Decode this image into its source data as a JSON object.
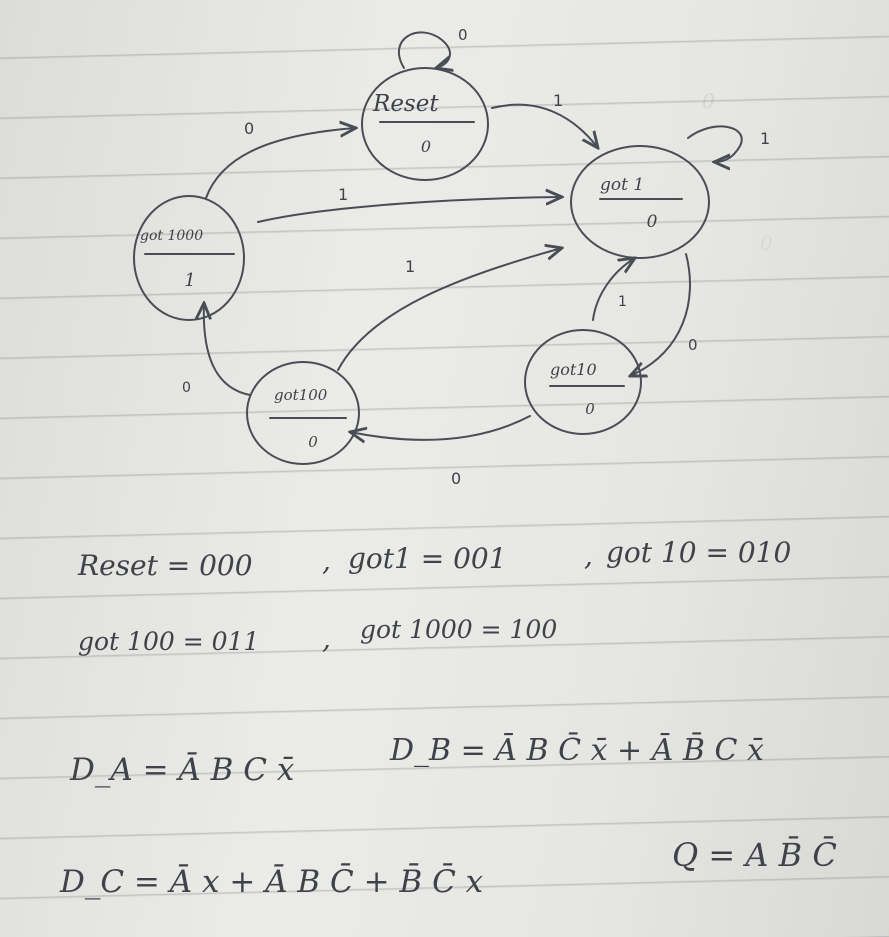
{
  "diagram": {
    "states": [
      {
        "id": "reset",
        "name": "Reset",
        "output": "0"
      },
      {
        "id": "got1",
        "name": "got 1",
        "output": "0"
      },
      {
        "id": "got10",
        "name": "got10",
        "output": "0"
      },
      {
        "id": "got100",
        "name": "got100",
        "output": "0"
      },
      {
        "id": "got1000",
        "name": "got 1000",
        "output": "1"
      }
    ],
    "transitions": [
      {
        "from": "reset",
        "to": "reset",
        "input": "0"
      },
      {
        "from": "reset",
        "to": "got1",
        "input": "1"
      },
      {
        "from": "got1",
        "to": "got1",
        "input": "1"
      },
      {
        "from": "got1",
        "to": "got10",
        "input": "0"
      },
      {
        "from": "got10",
        "to": "got1",
        "input": "1"
      },
      {
        "from": "got10",
        "to": "got100",
        "input": "0"
      },
      {
        "from": "got100",
        "to": "got1",
        "input": "1"
      },
      {
        "from": "got100",
        "to": "got1000",
        "input": "0"
      },
      {
        "from": "got1000",
        "to": "got1",
        "input": "1"
      },
      {
        "from": "got1000",
        "to": "reset",
        "input": "0"
      }
    ]
  },
  "encoding": {
    "line1": [
      "Reset = 000",
      "got1 = 001",
      "got 10 = 010"
    ],
    "line2": [
      "got 100 = 011",
      "got 1000 = 100"
    ]
  },
  "equations": {
    "da": "D_A = Ā B C x̄",
    "db": "D_B = Ā B C̄ x̄ + Ā B̄ C x̄",
    "dc": "D_C = Ā x + Ā B C̄ + B̄ C̄ x",
    "q": "Q = A B̄ C̄"
  }
}
